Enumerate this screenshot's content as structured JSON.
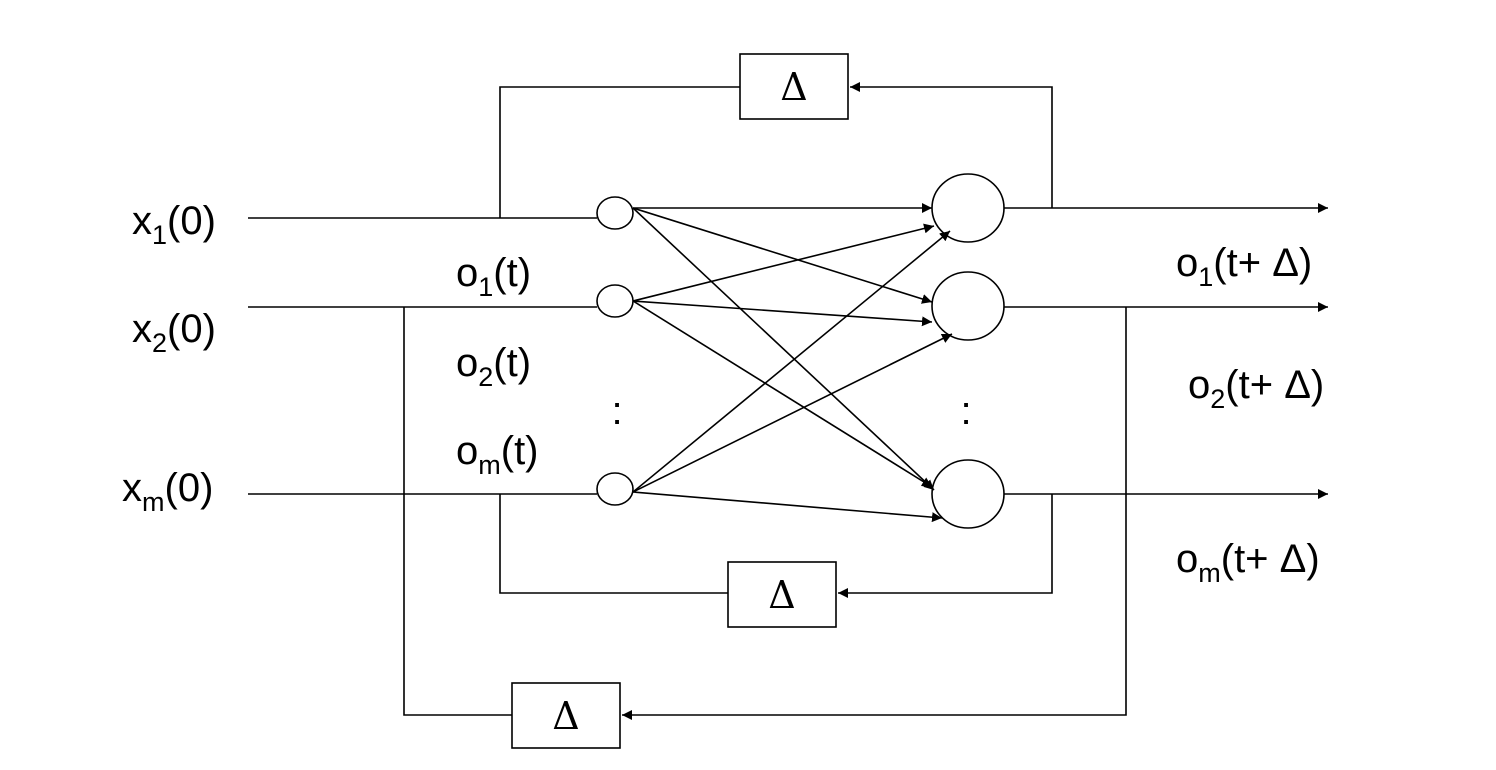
{
  "inputs": [
    {
      "base": "x",
      "sub": "1",
      "arg": "(0)"
    },
    {
      "base": "x",
      "sub": "2",
      "arg": "(0)"
    },
    {
      "base": "x",
      "sub": "m",
      "arg": "(0)"
    }
  ],
  "feedback_labels": [
    {
      "base": "o",
      "sub": "1",
      "arg": "(t)"
    },
    {
      "base": "o",
      "sub": "2",
      "arg": "(t)"
    },
    {
      "base": "o",
      "sub": "m",
      "arg": "(t)"
    }
  ],
  "outputs": [
    {
      "base": "o",
      "sub": "1",
      "arg": "(t+ Δ)"
    },
    {
      "base": "o",
      "sub": "2",
      "arg": "(t+ Δ)"
    },
    {
      "base": "o",
      "sub": "m",
      "arg": "(t+ Δ)"
    }
  ],
  "delay_symbol": "Δ",
  "ellipsis": ":",
  "colors": {
    "stroke": "#000000",
    "background": "#ffffff"
  }
}
